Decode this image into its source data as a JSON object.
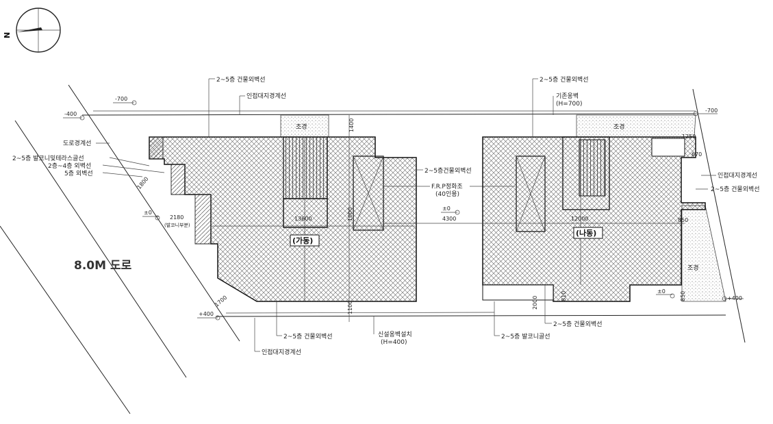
{
  "north": {
    "label": "N"
  },
  "road": {
    "label": "8.0M 도로",
    "boundary_label": "도로경계선"
  },
  "levels": {
    "minus700_left": "-700",
    "minus400_left": "-400",
    "minus700_right": "-700",
    "plus400_bottom_left": "+400",
    "plus400_bottom_right": "+400",
    "zero_left": "±0",
    "zero_mid": "±0",
    "zero_right": "±0"
  },
  "building_a": {
    "name": "(가동)",
    "top_outline": "2~5층 건물외벽선",
    "bottom_outline": "2~5층 건물외벽선",
    "right_outline": "2~5층건물외벽선",
    "neighbor_top": "인접대지경계선",
    "neighbor_bottom": "인접대지경계선",
    "balcony_terrace": "2~5층 발코니및테라스골선",
    "floor_2_4_wall": "2층~4층 외벽선",
    "floor_5_wall": "5층 외벽선",
    "landscape": "조경",
    "new_wall": "신설옹벽설치",
    "new_wall_h": "(H=400)",
    "dims": {
      "d1400": "1400",
      "d1000": "1000",
      "d1100": "1100",
      "d13600": "13600",
      "d2180": "2180",
      "d2180_note": "(발코니부분)",
      "d1800": "1800",
      "d1700": "1700"
    }
  },
  "building_b": {
    "name": "(나동)",
    "top_outline": "2~5층 건물외벽선",
    "existing_wall": "기존옹벽",
    "existing_wall_h": "(H=700)",
    "landscape_top": "조경",
    "landscape_right": "조경",
    "neighbor_right": "인접대지경계선",
    "right_outline": "2~5층 건물외벽선",
    "bottom_outline": "2~5층 건물외벽선",
    "balcony_line": "2~5층 발코니골선",
    "dims": {
      "d1250": "1250",
      "d670": "670",
      "d12000": "12000",
      "d850": "850",
      "d810": "810",
      "d2000": "2000",
      "d850b": "850"
    }
  },
  "septic": {
    "label": "F.R.P정화조",
    "capacity": "(40인용)"
  },
  "gap_dim": "4300"
}
